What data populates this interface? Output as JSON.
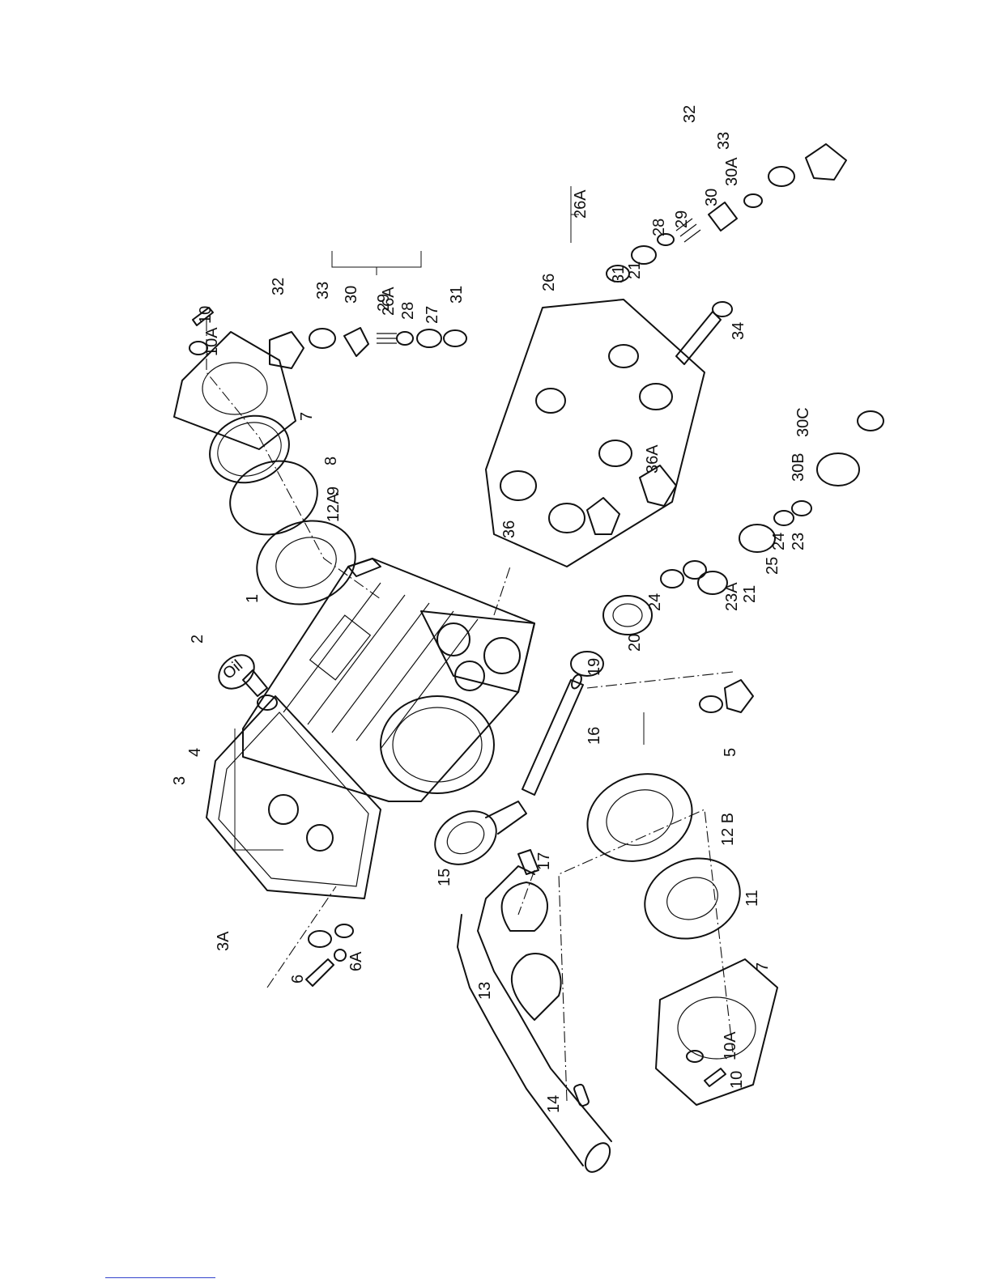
{
  "callouts": [
    {
      "id": "p1",
      "text": "1"
    },
    {
      "id": "p2",
      "text": "2"
    },
    {
      "id": "p3",
      "text": "3"
    },
    {
      "id": "p3a",
      "text": "3A"
    },
    {
      "id": "p4",
      "text": "4"
    },
    {
      "id": "p5",
      "text": "5"
    },
    {
      "id": "p6",
      "text": "6"
    },
    {
      "id": "p6a",
      "text": "6A"
    },
    {
      "id": "p7a",
      "text": "7"
    },
    {
      "id": "p7b",
      "text": "7"
    },
    {
      "id": "p8",
      "text": "8"
    },
    {
      "id": "p9",
      "text": "9"
    },
    {
      "id": "p10a",
      "text": "10"
    },
    {
      "id": "p10b",
      "text": "10"
    },
    {
      "id": "p10aa",
      "text": "10A"
    },
    {
      "id": "p10ab",
      "text": "10A"
    },
    {
      "id": "p11",
      "text": "11"
    },
    {
      "id": "p12a",
      "text": "12A"
    },
    {
      "id": "p12b",
      "text": "12 B"
    },
    {
      "id": "p13",
      "text": "13"
    },
    {
      "id": "p14",
      "text": "14"
    },
    {
      "id": "p15",
      "text": "15"
    },
    {
      "id": "p16",
      "text": "16"
    },
    {
      "id": "p17",
      "text": "17"
    },
    {
      "id": "p19",
      "text": "19"
    },
    {
      "id": "p20",
      "text": "20"
    },
    {
      "id": "p21a",
      "text": "21"
    },
    {
      "id": "p21b",
      "text": "21"
    },
    {
      "id": "p23",
      "text": "23"
    },
    {
      "id": "p23a",
      "text": "23A"
    },
    {
      "id": "p24a",
      "text": "24"
    },
    {
      "id": "p24b",
      "text": "24"
    },
    {
      "id": "p25",
      "text": "25"
    },
    {
      "id": "p26",
      "text": "26"
    },
    {
      "id": "p26aa",
      "text": "26A"
    },
    {
      "id": "p26ab",
      "text": "26A"
    },
    {
      "id": "p27",
      "text": "27"
    },
    {
      "id": "p28a",
      "text": "28"
    },
    {
      "id": "p28b",
      "text": "28"
    },
    {
      "id": "p29a",
      "text": "29"
    },
    {
      "id": "p29b",
      "text": "29"
    },
    {
      "id": "p30a",
      "text": "30"
    },
    {
      "id": "p30b",
      "text": "30"
    },
    {
      "id": "p30aa",
      "text": "30A"
    },
    {
      "id": "p30bb",
      "text": "30B"
    },
    {
      "id": "p30c",
      "text": "30C"
    },
    {
      "id": "p31a",
      "text": "31"
    },
    {
      "id": "p31b",
      "text": "31"
    },
    {
      "id": "p32a",
      "text": "32"
    },
    {
      "id": "p32b",
      "text": "32"
    },
    {
      "id": "p33a",
      "text": "33"
    },
    {
      "id": "p33b",
      "text": "33"
    },
    {
      "id": "p34",
      "text": "34"
    },
    {
      "id": "p36",
      "text": "36"
    },
    {
      "id": "p36a",
      "text": "36A"
    }
  ],
  "oil_cap_text": "Oil",
  "colors": {
    "ink": "#111111",
    "footer_rule": "#3344cc"
  }
}
